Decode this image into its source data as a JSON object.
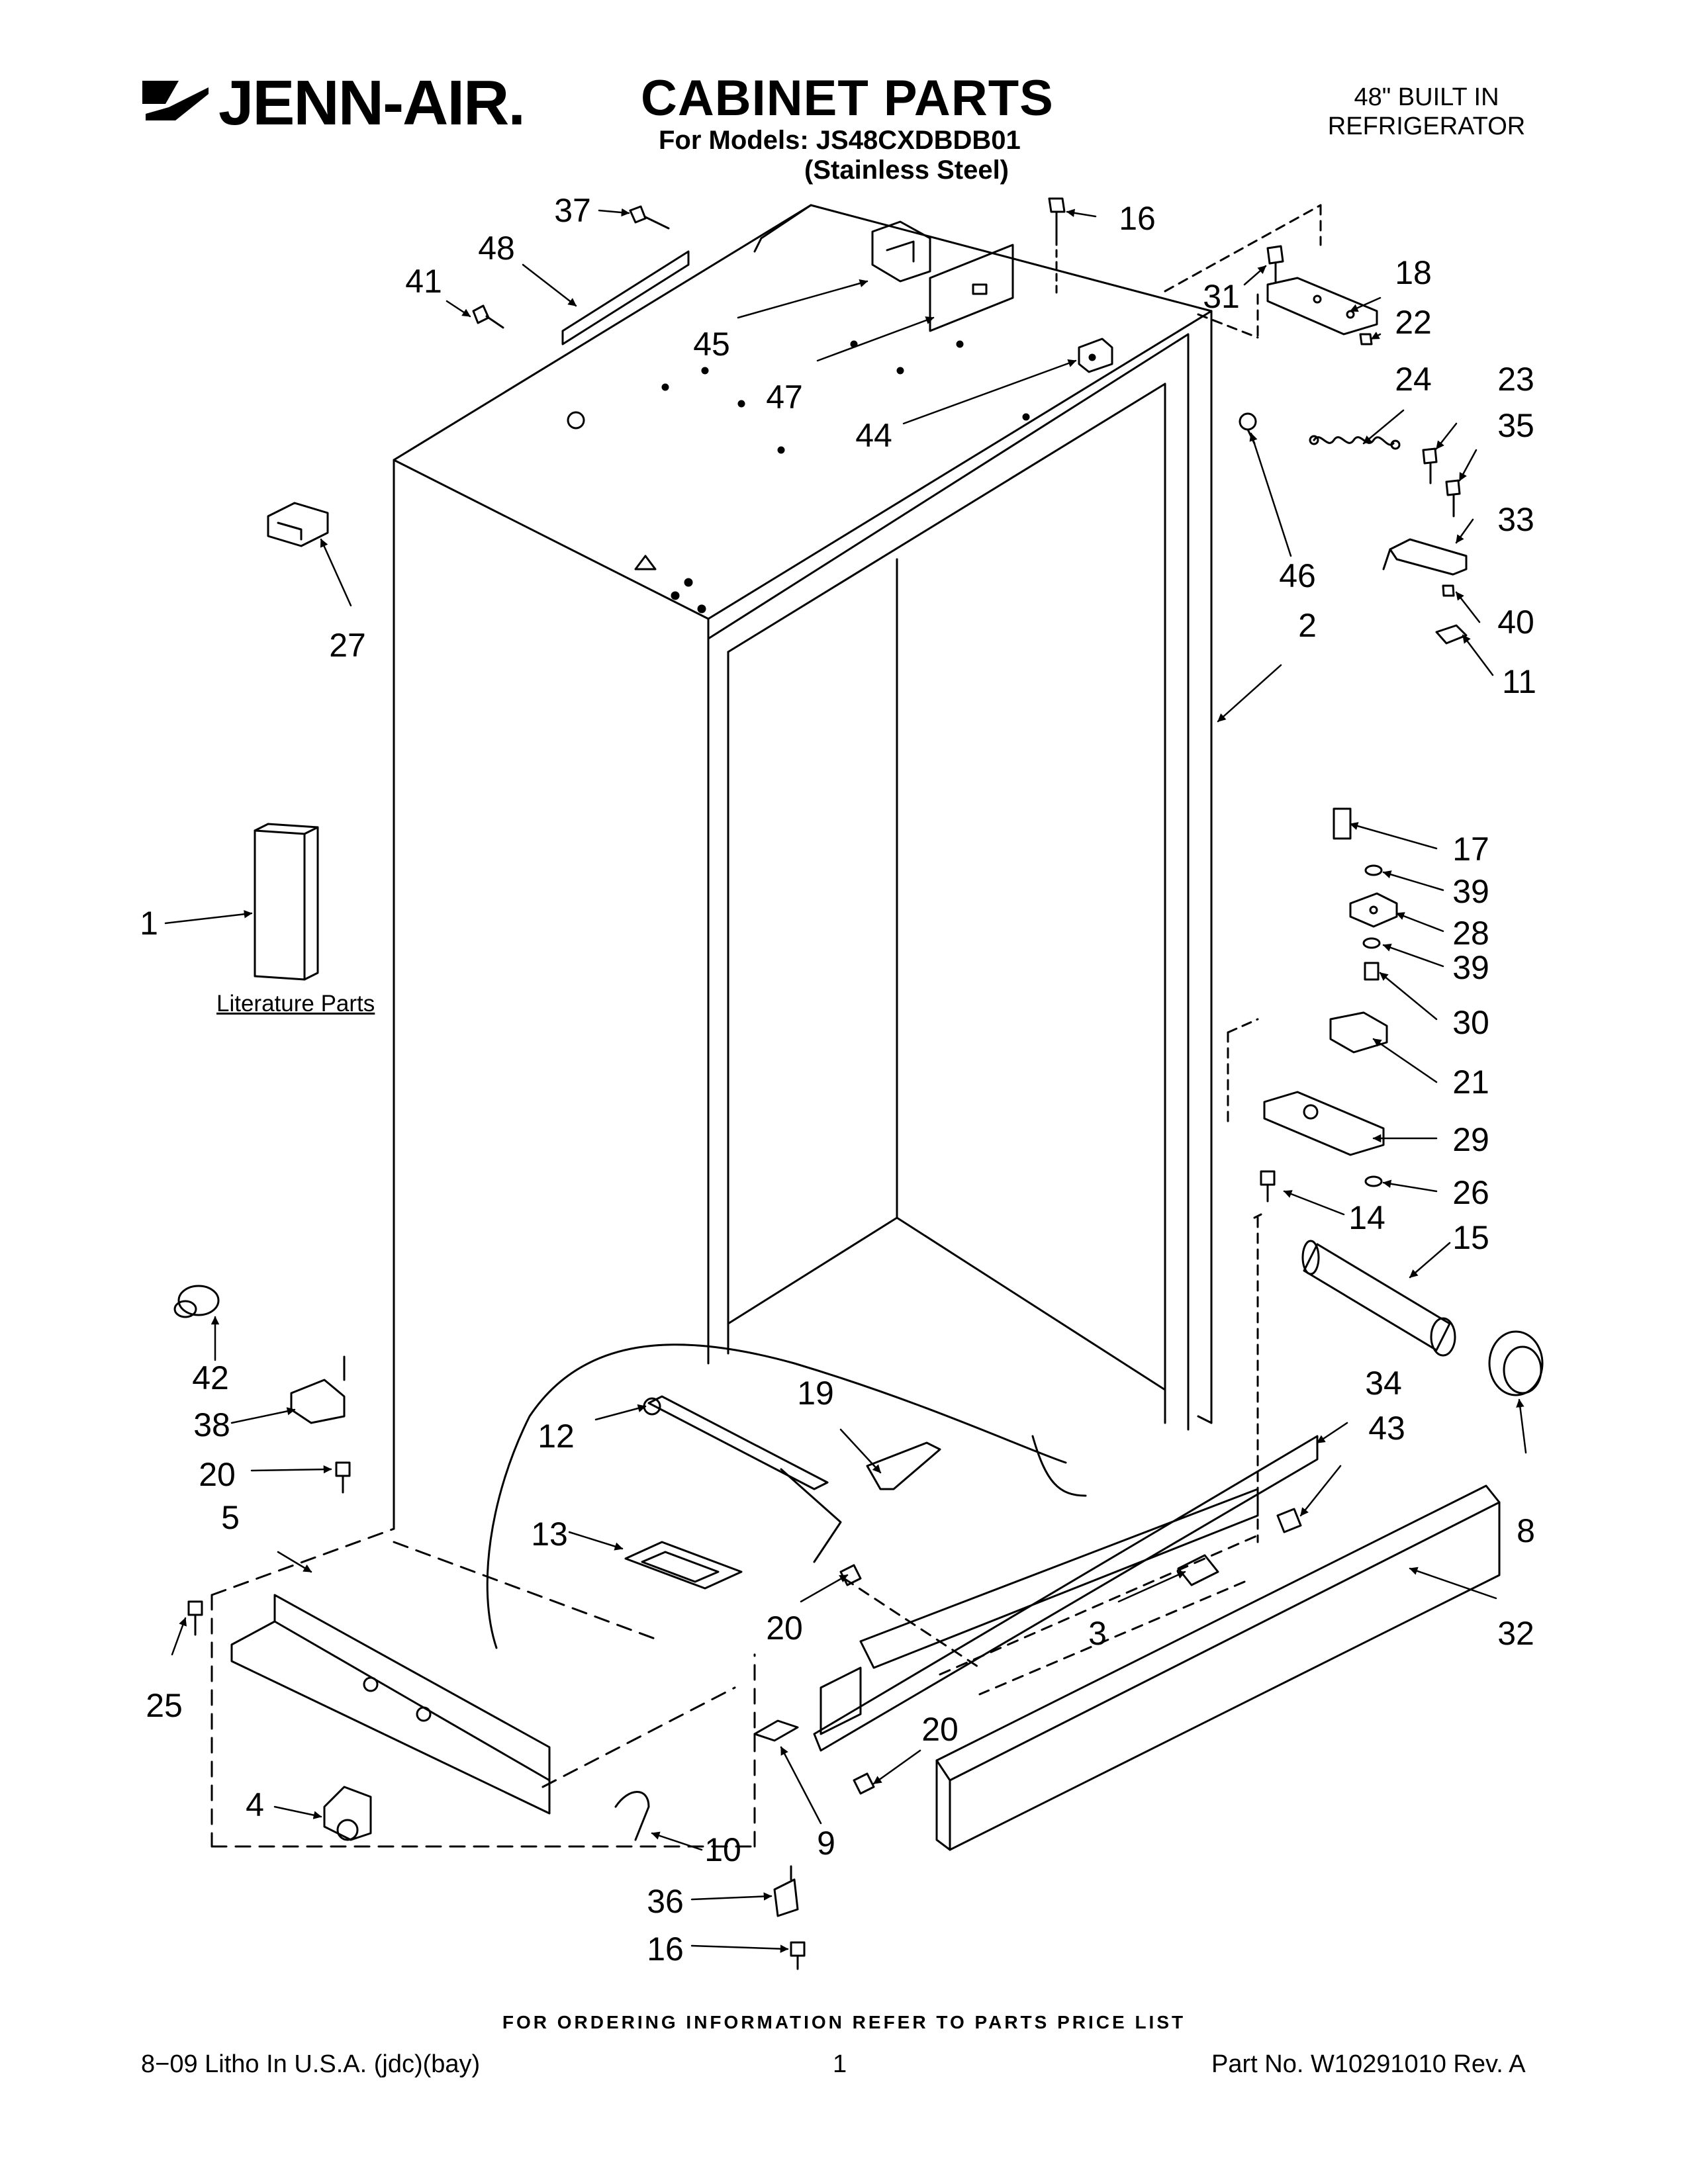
{
  "header": {
    "brand": "JENN-AIR.",
    "title": "CABINET PARTS",
    "models_line": "For Models: JS48CXDBDB01",
    "finish_line": "(Stainless Steel)",
    "model_type_line1": "48\" BUILT IN",
    "model_type_line2": "REFRIGERATOR"
  },
  "callouts": [
    "37",
    "48",
    "41",
    "45",
    "16",
    "47",
    "44",
    "31",
    "18",
    "22",
    "24",
    "23",
    "35",
    "33",
    "46",
    "40",
    "11",
    "2",
    "27",
    "1",
    "17",
    "39",
    "28",
    "39",
    "30",
    "21",
    "29",
    "26",
    "14",
    "15",
    "42",
    "38",
    "20",
    "12",
    "19",
    "13",
    "34",
    "43",
    "8",
    "5",
    "20",
    "3",
    "32",
    "25",
    "20",
    "4",
    "10",
    "9",
    "36",
    "16"
  ],
  "literature_label": "Literature Parts",
  "footer": {
    "ordering_note": "FOR ORDERING INFORMATION REFER TO PARTS PRICE LIST",
    "left": "8−09 Litho In U.S.A. (jdc)(bay)",
    "page": "1",
    "part_no": "Part No. W10291010 Rev. A"
  },
  "colors": {
    "ink": "#000000",
    "paper": "#ffffff"
  }
}
